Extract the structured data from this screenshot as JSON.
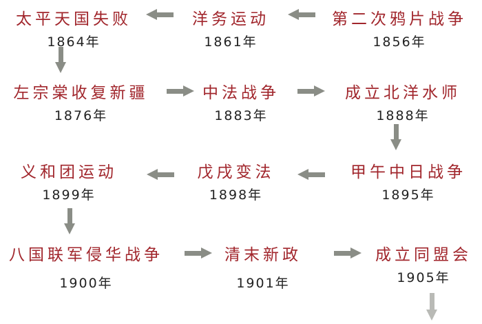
{
  "colors": {
    "title": "#a1262c",
    "year": "#222222",
    "arrow": "#8a8d86"
  },
  "events": [
    {
      "title": "第二次鸦片战争",
      "year": "1856年"
    },
    {
      "title": "洋务运动",
      "year": "1861年"
    },
    {
      "title": "太平天国失败",
      "year": "1864年"
    },
    {
      "title": "左宗棠收复新疆",
      "year": "1876年"
    },
    {
      "title": "中法战争",
      "year": "1883年"
    },
    {
      "title": "成立北洋水师",
      "year": "1888年"
    },
    {
      "title": "甲午中日战争",
      "year": "1895年"
    },
    {
      "title": "戊戌变法",
      "year": "1898年"
    },
    {
      "title": "义和团运动",
      "year": "1899年"
    },
    {
      "title": "八国联军侵华战争",
      "year": "1900年"
    },
    {
      "title": "清末新政",
      "year": "1901年"
    },
    {
      "title": "成立同盟会",
      "year": "1905年"
    }
  ]
}
